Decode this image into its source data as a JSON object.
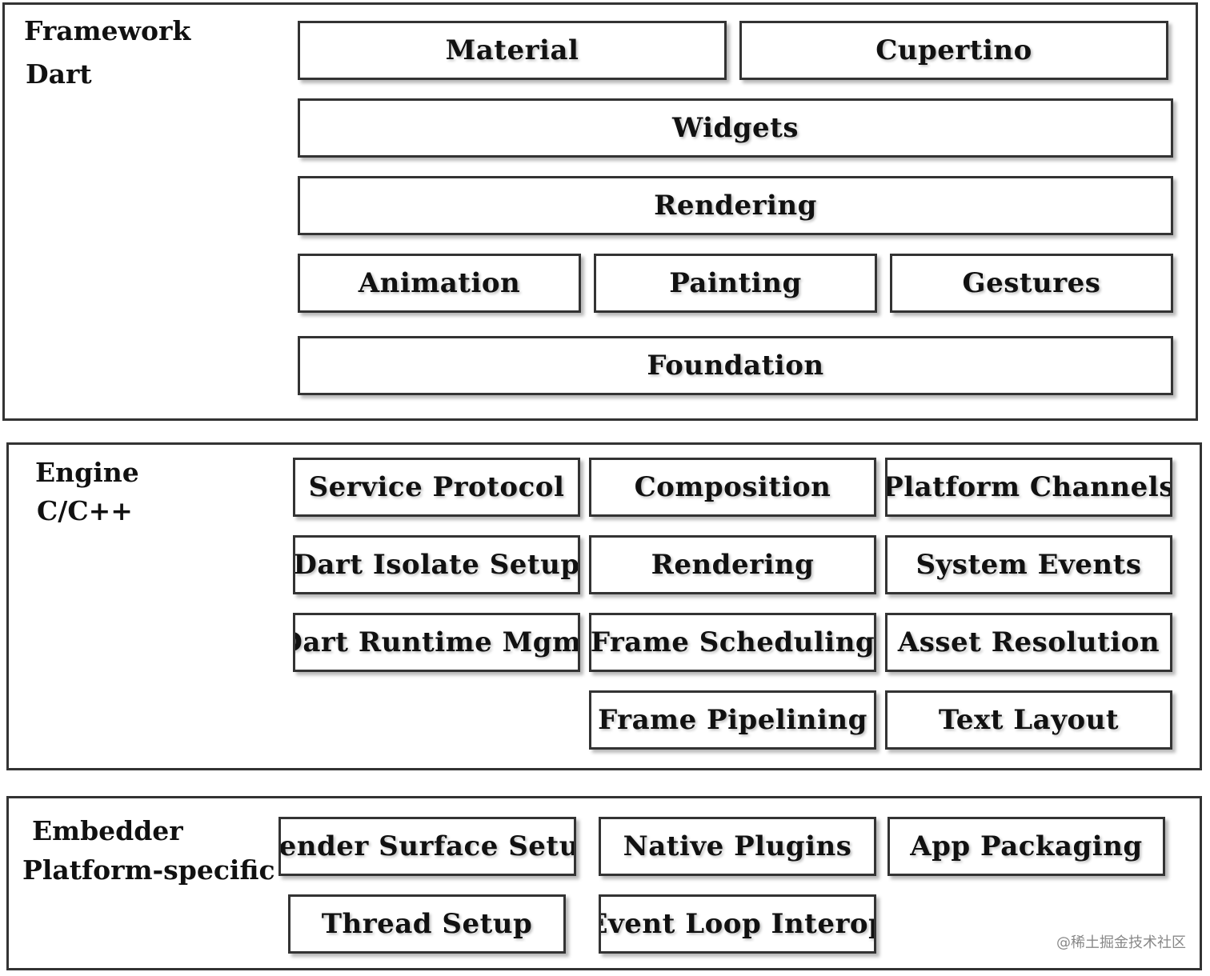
{
  "layers": {
    "framework": {
      "title": "Framework",
      "subtitle": "Dart",
      "components": {
        "material": "Material",
        "cupertino": "Cupertino",
        "widgets": "Widgets",
        "rendering": "Rendering",
        "animation": "Animation",
        "painting": "Painting",
        "gestures": "Gestures",
        "foundation": "Foundation"
      }
    },
    "engine": {
      "title": "Engine",
      "subtitle": "C/C++",
      "components": {
        "service_protocol": "Service Protocol",
        "composition": "Composition",
        "platform_channels": "Platform Channels",
        "dart_isolate_setup": "Dart Isolate Setup",
        "rendering": "Rendering",
        "system_events": "System Events",
        "dart_runtime_mgmt": "Dart Runtime Mgmt",
        "frame_scheduling": "Frame Scheduling",
        "asset_resolution": "Asset Resolution",
        "frame_pipelining": "Frame Pipelining",
        "text_layout": "Text Layout"
      }
    },
    "embedder": {
      "title": "Embedder",
      "subtitle": "Platform-specific",
      "components": {
        "render_surface_setup": "Render Surface Setup",
        "native_plugins": "Native Plugins",
        "app_packaging": "App Packaging",
        "thread_setup": "Thread Setup",
        "event_loop_interop": "Event Loop Interop"
      }
    }
  },
  "watermark": "@稀土掘金技术社区"
}
